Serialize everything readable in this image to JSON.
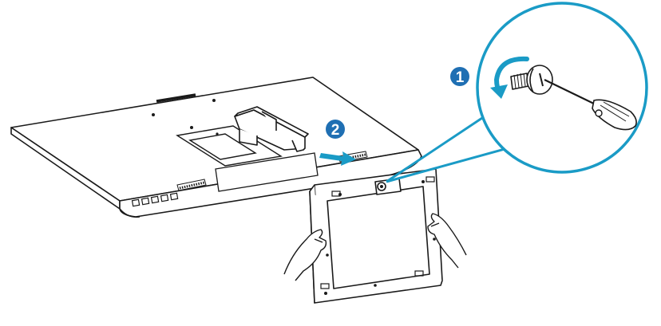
{
  "steps": [
    {
      "number": "1",
      "action": "unscrew"
    },
    {
      "number": "2",
      "action": "slide-out"
    }
  ],
  "colors": {
    "accent": "#1a9bc6",
    "badge": "#1f6fb3",
    "line": "#1a1a1a",
    "background": "#ffffff"
  },
  "icons": {
    "rotate_arrow": "rotate-counterclockwise-icon",
    "screwdriver": "screwdriver-icon",
    "slide_arrow": "arrow-right-icon"
  }
}
